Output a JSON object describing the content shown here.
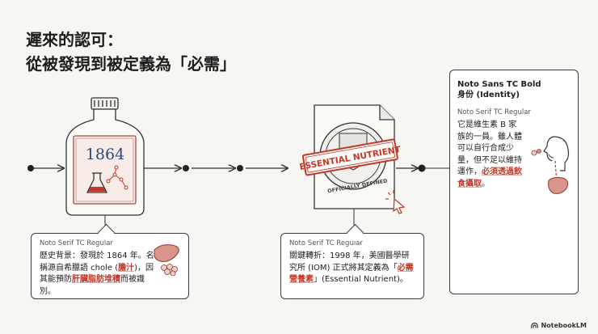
{
  "title": {
    "line1": "遲來的認可：",
    "line2": "從被發現到被定義為「必需」"
  },
  "bottle": {
    "year": "1864"
  },
  "stamp": {
    "main": "ESSENTIAL NUTRIENT",
    "sub": "OFFICIALLY DEFINED"
  },
  "callouts": {
    "history": {
      "caption": "Noto Serif TC Regular",
      "text_before": "歷史背景：發現於 1864 年。名稱源自希臘語 chole (",
      "hl1": "膽汁",
      "text_mid": ")，因其能預防",
      "hl2": "肝臟脂肪堆積",
      "text_after": "而被識別。"
    },
    "turning": {
      "caption": "Noto Serif TC Regular",
      "text_before": "關鍵轉折：1998 年，美國醫學研究所 (IOM) 正式將其定義為「",
      "hl1": "必需營養素",
      "text_after": "」(Essential Nutrient)。"
    },
    "identity": {
      "title1": "Noto Sans TC Bold",
      "title2": "身份 (Identity)",
      "caption": "Noto Serif TC Regular",
      "text_before": "它是維生素 B 家族的一員。雖人體可以自行合成少量，但不足以維持運作，",
      "hl1": "必須透過飲食攝取",
      "text_after": "。"
    }
  },
  "footer": {
    "brand": "NotebookLM"
  },
  "colors": {
    "accent_red": "#c0392b",
    "timeline": "#333333"
  }
}
